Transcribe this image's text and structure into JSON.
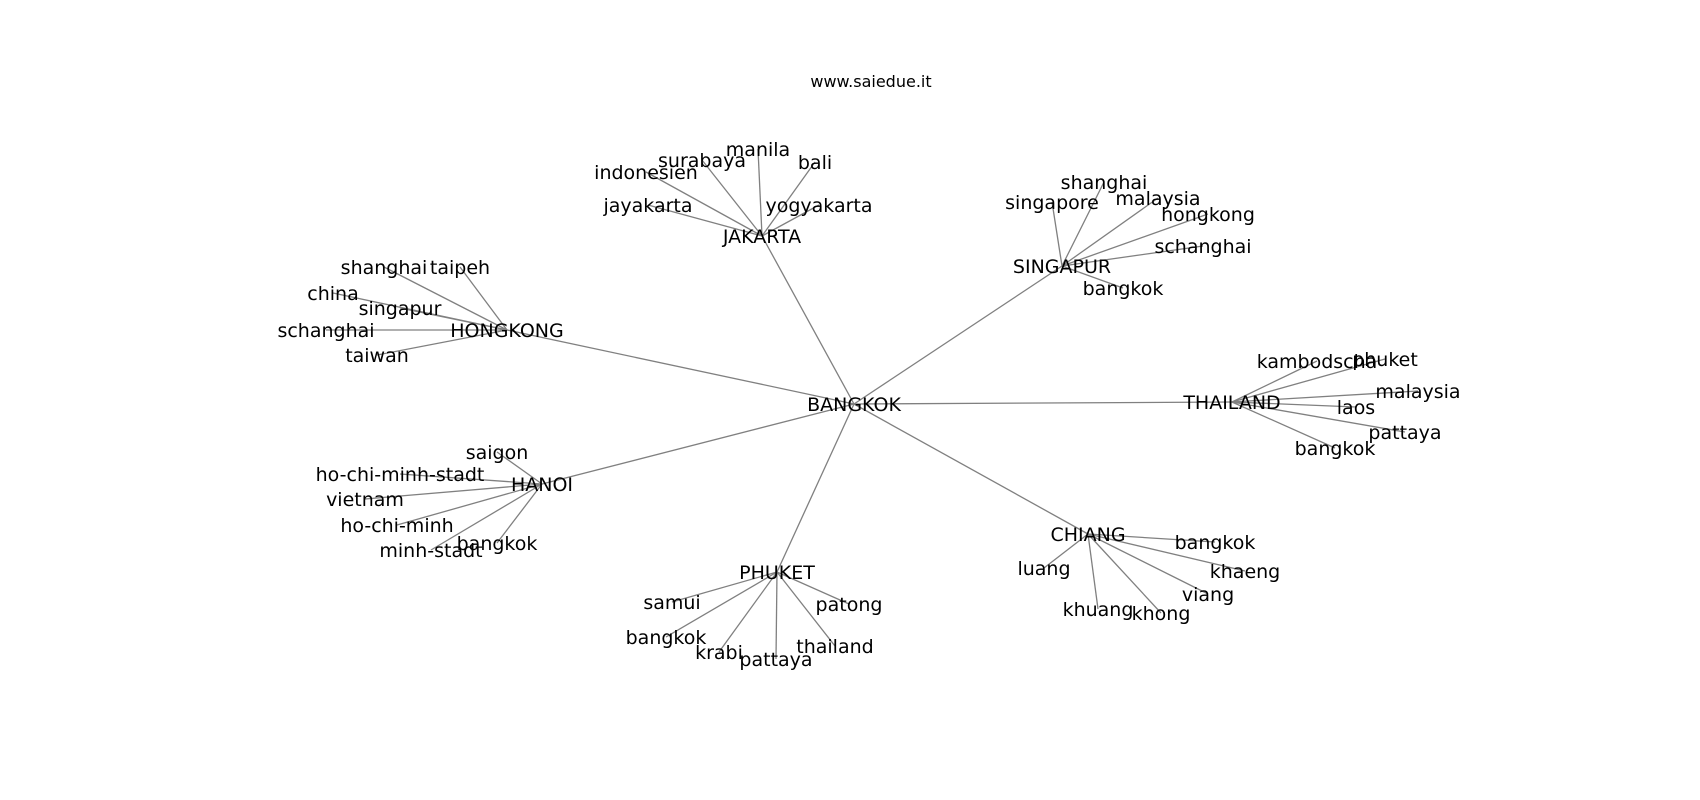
{
  "title": "www.saiedue.it",
  "colors": {
    "edge": "#808080",
    "text": "#000000",
    "background": "#ffffff"
  },
  "graph": {
    "center": "BANGKOK",
    "hubs": [
      {
        "name": "JAKARTA",
        "leaves": [
          "manila",
          "surabaya",
          "indonesien",
          "bali",
          "jayakarta",
          "yogyakarta"
        ]
      },
      {
        "name": "SINGAPUR",
        "leaves": [
          "shanghai",
          "singapore",
          "malaysia",
          "hongkong",
          "schanghai",
          "bangkok"
        ]
      },
      {
        "name": "HONGKONG",
        "leaves": [
          "shanghai",
          "taipeh",
          "china",
          "singapur",
          "schanghai",
          "taiwan"
        ]
      },
      {
        "name": "THAILAND",
        "leaves": [
          "kambodscha",
          "phuket",
          "malaysia",
          "laos",
          "pattaya",
          "bangkok"
        ]
      },
      {
        "name": "HANOI",
        "leaves": [
          "saigon",
          "ho-chi-minh-stadt",
          "vietnam",
          "ho-chi-minh",
          "minh-stadt",
          "bangkok"
        ]
      },
      {
        "name": "CHIANG",
        "leaves": [
          "bangkok",
          "luang",
          "khaeng",
          "viang",
          "khuang",
          "khong"
        ]
      },
      {
        "name": "PHUKET",
        "leaves": [
          "samui",
          "patong",
          "bangkok",
          "thailand",
          "krabi",
          "pattaya"
        ]
      }
    ]
  }
}
